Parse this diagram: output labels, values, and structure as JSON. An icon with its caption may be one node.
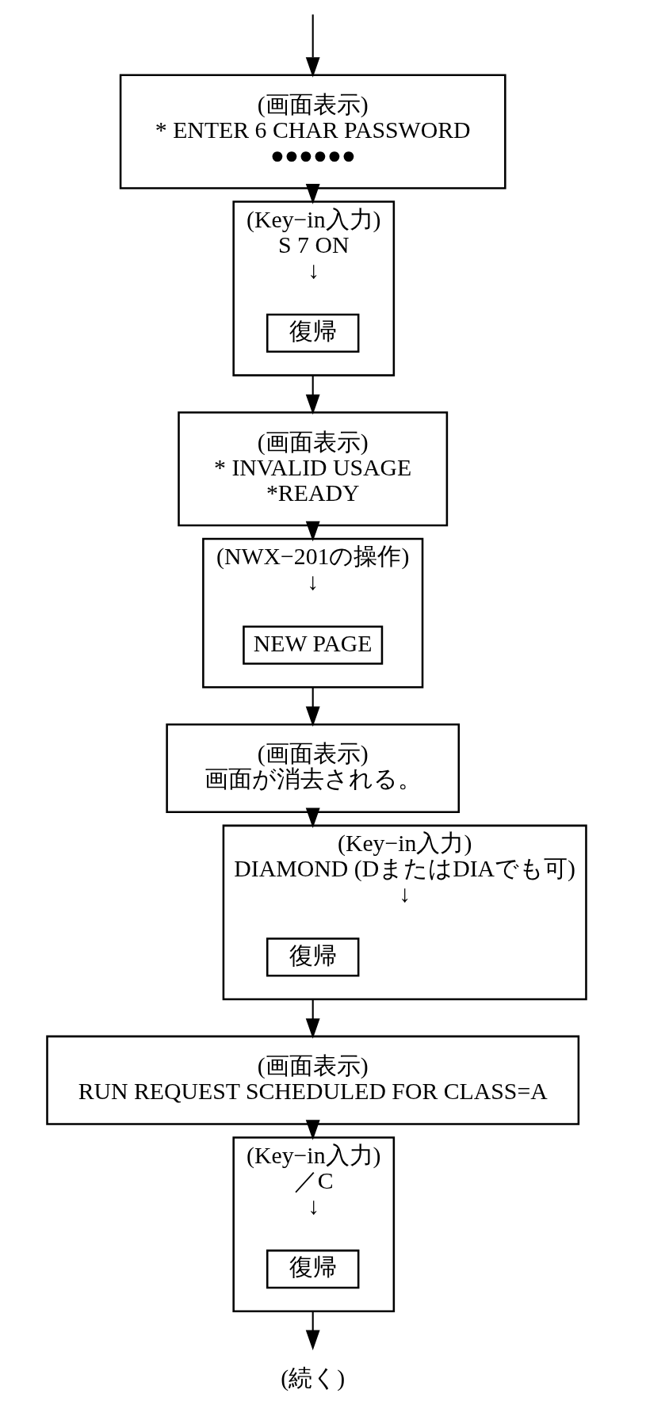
{
  "diagram": {
    "nodes": [
      {
        "text": [
          "(画面表示)",
          "* ENTER 6 CHAR PASSWORD",
          "●●●●●●"
        ]
      },
      {
        "text": [
          "(Key−in入力)",
          "S 7 ON",
          "↓"
        ]
      },
      {
        "text": [
          "復帰"
        ],
        "in": 1
      },
      {
        "text": [
          "(画面表示)",
          "* INVALID USAGE",
          "*READY"
        ]
      },
      {
        "text": [
          "(NWX−201の操作)",
          "↓"
        ]
      },
      {
        "text": [
          "NEW PAGE"
        ],
        "in": 4
      },
      {
        "text": [
          "(画面表示)",
          "画面が消去される。"
        ]
      },
      {
        "text": [
          "(Key−in入力)",
          "DIAMOND (DまたはDIAでも可)",
          "↓"
        ]
      },
      {
        "text": [
          "復帰"
        ],
        "in": 7
      },
      {
        "text": [
          "(画面表示)",
          "RUN REQUEST SCHEDULED FOR CLASS=A"
        ]
      },
      {
        "text": [
          "(Key−in入力)",
          "／C",
          "↓"
        ]
      },
      {
        "text": [
          "復帰"
        ],
        "in": 10
      },
      {
        "text": [
          "(続く)"
        ]
      }
    ],
    "edges": [
      {
        "from": null,
        "to": 0,
        "arrow": "to"
      },
      {
        "from": 0,
        "to": 1,
        "arrow": "to"
      },
      {
        "from": 1,
        "to": 3,
        "arrow": "to"
      },
      {
        "from": 3,
        "to": 4,
        "arrow": "to"
      },
      {
        "from": 4,
        "to": 6,
        "arrow": "to"
      },
      {
        "from": 6,
        "to": 7,
        "arrow": "to"
      },
      {
        "from": 7,
        "to": 9,
        "arrow": "to"
      },
      {
        "from": 9,
        "to": 10,
        "arrow": "to"
      },
      {
        "from": 10,
        "to": 12,
        "arrow": "to"
      }
    ]
  }
}
